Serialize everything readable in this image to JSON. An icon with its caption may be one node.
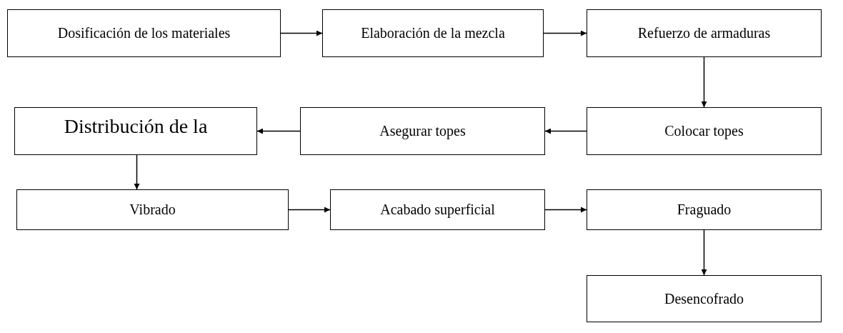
{
  "diagram": {
    "nodes": [
      {
        "text": [
          "Dosificación de los materiales"
        ]
      },
      {
        "text": [
          "Elaboración de la mezcla"
        ]
      },
      {
        "text": [
          "Refuerzo de armaduras"
        ]
      },
      {
        "text": [
          "Distribución de la"
        ]
      },
      {
        "text": [
          "Asegurar topes"
        ]
      },
      {
        "text": [
          "Colocar topes"
        ]
      },
      {
        "text": [
          "Vibrado"
        ]
      },
      {
        "text": [
          "Acabado superficial"
        ]
      },
      {
        "text": [
          "Fraguado"
        ]
      },
      {
        "text": [
          "Desencofrado"
        ]
      }
    ],
    "edges": [
      {
        "from": 0,
        "to": 1,
        "arrow": "to"
      },
      {
        "from": 1,
        "to": 2,
        "arrow": "to"
      },
      {
        "from": 2,
        "to": 5,
        "arrow": "to"
      },
      {
        "from": 5,
        "to": 4,
        "arrow": "to"
      },
      {
        "from": 4,
        "to": 3,
        "arrow": "to"
      },
      {
        "from": 3,
        "to": 6,
        "arrow": "to"
      },
      {
        "from": 6,
        "to": 7,
        "arrow": "to"
      },
      {
        "from": 7,
        "to": 8,
        "arrow": "to"
      },
      {
        "from": 8,
        "to": 9,
        "arrow": "to"
      }
    ]
  }
}
